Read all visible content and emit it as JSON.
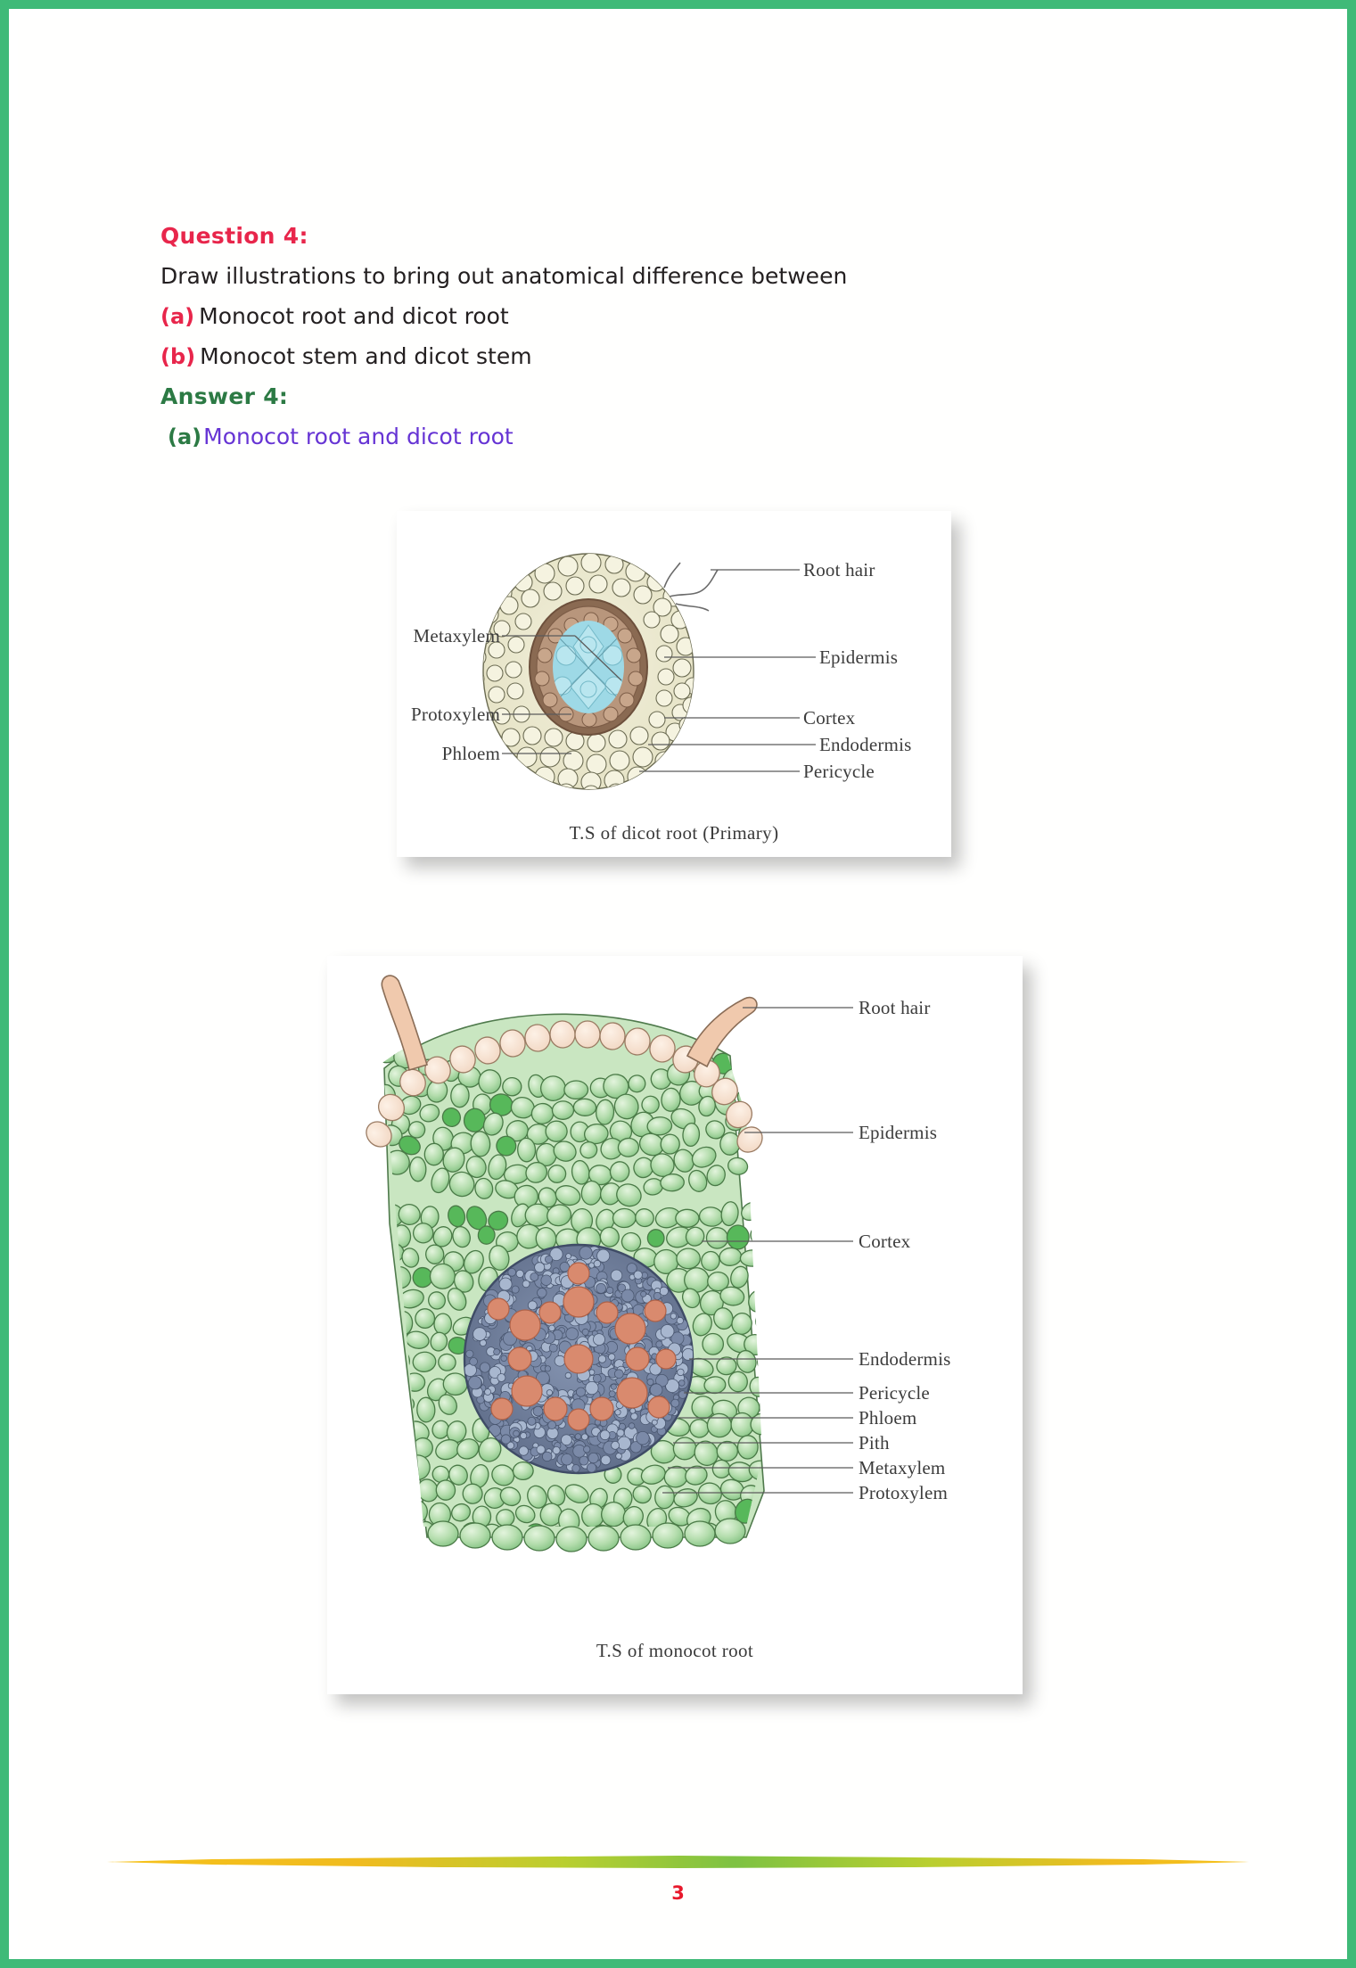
{
  "page": {
    "border_color": "#3fba78",
    "number": "3",
    "background": "#ffffff"
  },
  "content": {
    "question_title": "Question 4:",
    "question_text": "Draw illustrations to bring out anatomical difference between",
    "question_items": [
      {
        "marker": "(a)",
        "text": "Monocot root and dicot root"
      },
      {
        "marker": "(b)",
        "text": "Monocot stem and dicot stem"
      }
    ],
    "answer_title": "Answer 4:",
    "answer_items": [
      {
        "marker": "(a)",
        "text": "Monocot root and dicot root"
      }
    ],
    "colors": {
      "question_accent": "#e8264b",
      "answer_accent": "#2c7a44",
      "answer_text": "#6634d4",
      "body_text": "#231f20"
    }
  },
  "figures": [
    {
      "id": "dicot-root",
      "caption": "T.S  of dicot root (Primary)",
      "labels_left": [
        {
          "text": "Metaxylem"
        },
        {
          "text": "Protoxylem"
        },
        {
          "text": "Phloem"
        }
      ],
      "labels_right": [
        {
          "text": "Root hair"
        },
        {
          "text": "Epidermis"
        },
        {
          "text": "Cortex"
        },
        {
          "text": "Endodermis"
        },
        {
          "text": "Pericycle"
        }
      ]
    },
    {
      "id": "monocot-root",
      "caption": "T.S  of monocot root",
      "labels_left": [],
      "labels_right": [
        {
          "text": "Root hair"
        },
        {
          "text": "Epidermis"
        },
        {
          "text": "Cortex"
        },
        {
          "text": "Endodermis"
        },
        {
          "text": "Pericycle"
        },
        {
          "text": "Phloem"
        },
        {
          "text": "Pith"
        },
        {
          "text": "Metaxylem"
        },
        {
          "text": "Protoxylem"
        }
      ]
    }
  ],
  "footer": {
    "page_number": "3",
    "bar_colors": [
      "#f6c21a",
      "#7dc242",
      "#f6c21a"
    ]
  }
}
